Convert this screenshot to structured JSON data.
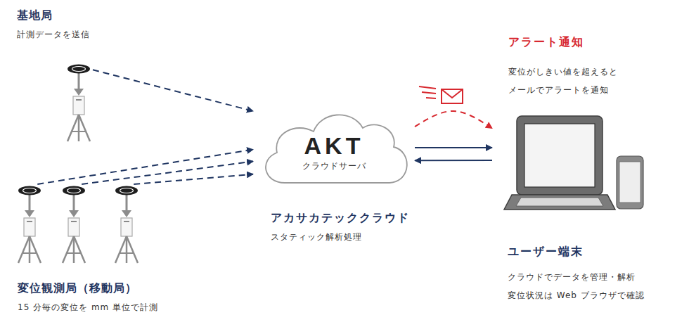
{
  "diagram": {
    "nodes": [
      {
        "text": [
          "基地局",
          "計測データを送信"
        ]
      },
      {
        "text": [
          "変位観測局（移動局）",
          "15 分毎の変位を mm 単位で計測"
        ]
      },
      {
        "text": [
          "AKT",
          "クラウドサーバ",
          "アカサカテッククラウド",
          "スタティック解析処理"
        ]
      },
      {
        "text": [
          "ユーザー端末",
          "クラウドでデータを管理・解析 変位状況は Web ブラウザで確認"
        ]
      }
    ],
    "edges": [
      {
        "from": 0,
        "to": 2,
        "arrow": "to"
      },
      {
        "from": 1,
        "to": 2,
        "arrow": "to"
      },
      {
        "from": 1,
        "to": 2,
        "arrow": "to"
      },
      {
        "from": 1,
        "to": 2,
        "arrow": "to"
      },
      {
        "from": 2,
        "to": 3,
        "arrow": "to"
      },
      {
        "from": 2,
        "to": 3,
        "arrow": "to"
      },
      {
        "from": 3,
        "to": 2,
        "arrow": "to"
      }
    ],
    "labels": [
      "アラート通知",
      "変位がしきい値を超えると メールでアラートを通知"
    ]
  }
}
